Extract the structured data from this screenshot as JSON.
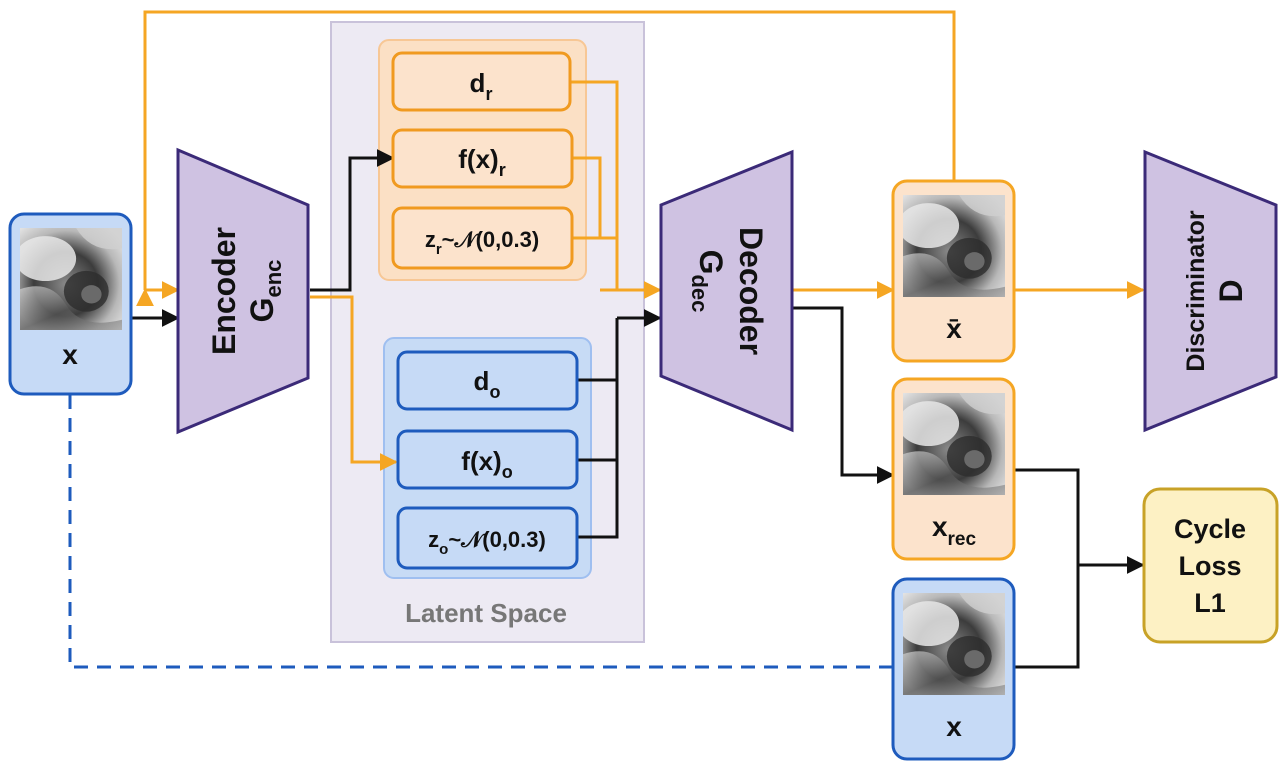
{
  "colors": {
    "orange": "#f5a623",
    "orange_fill": "#fce3cc",
    "orange_stroke": "#f09a20",
    "blue_fill": "#c6daf6",
    "blue_stroke": "#1e5bbd",
    "purple_fill": "#cfc2e2",
    "purple_stroke": "#3b2a78",
    "latent_fill": "#edeaf3",
    "latent_stroke": "#c9c2da",
    "loss_fill": "#fdf1c4",
    "loss_stroke": "#c8a227",
    "black": "#111111"
  },
  "input_x": {
    "label": "x"
  },
  "encoder": {
    "title": "Encoder",
    "symbol": "G",
    "subscript": "enc"
  },
  "latent_space": {
    "label": "Latent Space",
    "real_group": [
      {
        "main": "d",
        "sub": "r",
        "rest": ""
      },
      {
        "main": "f(x)",
        "sub": "r",
        "rest": ""
      },
      {
        "main": "z",
        "sub": "r",
        "rest": "~𝒩(0,0.3)"
      }
    ],
    "other_group": [
      {
        "main": "d",
        "sub": "o",
        "rest": ""
      },
      {
        "main": "f(x)",
        "sub": "o",
        "rest": ""
      },
      {
        "main": "z",
        "sub": "o",
        "rest": "~𝒩(0,0.3)"
      }
    ]
  },
  "decoder": {
    "title": "Decoder",
    "symbol": "G",
    "subscript": "dec"
  },
  "output_xbar": {
    "label": "x̄"
  },
  "output_xrec": {
    "main": "x",
    "sub": "rec"
  },
  "output_x": {
    "label": "x"
  },
  "discriminator": {
    "title": "Discriminator",
    "symbol": "D"
  },
  "cycle_loss": {
    "line1": "Cycle",
    "line2": "Loss",
    "line3": "L1"
  },
  "icons": [
    "mri-thumbnail-image",
    "arrow-head"
  ]
}
